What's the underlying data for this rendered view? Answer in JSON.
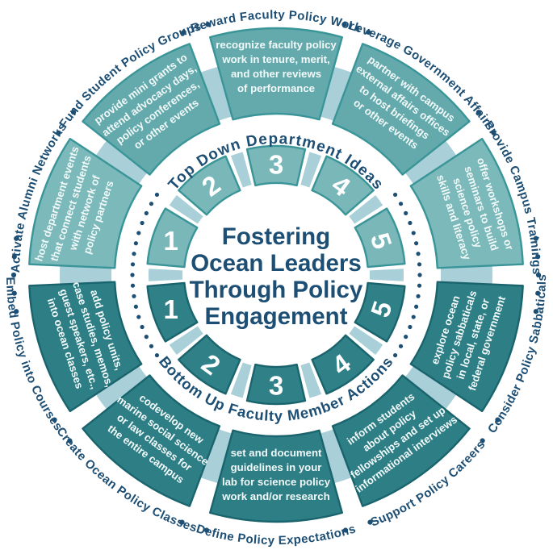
{
  "diagram": {
    "title_lines": [
      "Fostering",
      "Ocean Leaders",
      "Through Policy",
      "Engagement"
    ],
    "top_arc_label": "Top Down Department Ideas",
    "bottom_arc_label": "Bottom Up Faculty Member Actions"
  },
  "colors": {
    "navy": "#1d4e74",
    "teal_mid": "#64aaad",
    "teal_light": "#7cb9ba",
    "teal_inner_top": "#79b7b8",
    "teal_dark": "#2e7e86",
    "teal_inner_bottom": "#308088",
    "border_top": "#3a9598",
    "border_bottom": "#1a646d",
    "connector_blue": "#a9cfd8",
    "text_white": "#f2f9f9",
    "background": "#ffffff"
  },
  "top_segments": [
    {
      "label": "Activate Alumni Networks",
      "angle": 162,
      "shade": "light",
      "lines": [
        "host department events",
        "that connect students",
        "with network of",
        "policy partners"
      ]
    },
    {
      "label": "Fund Student Policy Groups",
      "angle": 126,
      "shade": "mid",
      "lines": [
        "provide mini grants to",
        "attend advocacy days,",
        "policy conferences,",
        "or other events"
      ]
    },
    {
      "label": "Reward Faculty Policy Work",
      "angle": 90,
      "shade": "mid",
      "lines": [
        "recognize faculty policy",
        "work in tenure, merit,",
        "and other reviews",
        "of performance"
      ]
    },
    {
      "label": "Leverage Government Affairs",
      "angle": 54,
      "shade": "mid",
      "lines": [
        "partner with campus",
        "external affairs offices",
        "to host briefings",
        "or other events"
      ]
    },
    {
      "label": "Provide Campus Trainings",
      "angle": 18,
      "shade": "light",
      "lines": [
        "offer workshops or",
        "seminars to build",
        "science policy",
        "skills and literacy"
      ]
    }
  ],
  "bottom_segments": [
    {
      "label": "Embed Policy into Courses",
      "angle": 198,
      "lines": [
        "add policy units,",
        "case studies, memos,",
        "guest speakers, etc.,",
        "into ocean classes"
      ]
    },
    {
      "label": "Create Ocean Policy Classes",
      "angle": 234,
      "lines": [
        "codevelop new",
        "marine social science",
        "or law classes for",
        "the entire campus"
      ]
    },
    {
      "label": "Define Policy Expectations",
      "angle": 270,
      "lines": [
        "set and document",
        "guidelines in your",
        "lab for science policy",
        "work and/or research"
      ]
    },
    {
      "label": "Support Policy Careers",
      "angle": 306,
      "lines": [
        "inform students",
        "about policy",
        "fellowships and set up",
        "informational interviews"
      ]
    },
    {
      "label": "Consider Policy Sabbaticals",
      "angle": 342,
      "lines": [
        "explore ocean",
        "policy sabbaticals",
        "in local, state, or",
        "federal government"
      ]
    }
  ],
  "top_steps": [
    {
      "number": "1",
      "angle": 162,
      "rotation": 0
    },
    {
      "number": "2",
      "angle": 126,
      "rotation": -36
    },
    {
      "number": "3",
      "angle": 90,
      "rotation": 0
    },
    {
      "number": "4",
      "angle": 54,
      "rotation": 36
    },
    {
      "number": "5",
      "angle": 18,
      "rotation": 72
    }
  ],
  "bottom_steps": [
    {
      "number": "1",
      "angle": 198,
      "rotation": 0
    },
    {
      "number": "2",
      "angle": 234,
      "rotation": 36
    },
    {
      "number": "3",
      "angle": 270,
      "rotation": 0
    },
    {
      "number": "4",
      "angle": 306,
      "rotation": -36
    },
    {
      "number": "5",
      "angle": 342,
      "rotation": -72
    }
  ]
}
